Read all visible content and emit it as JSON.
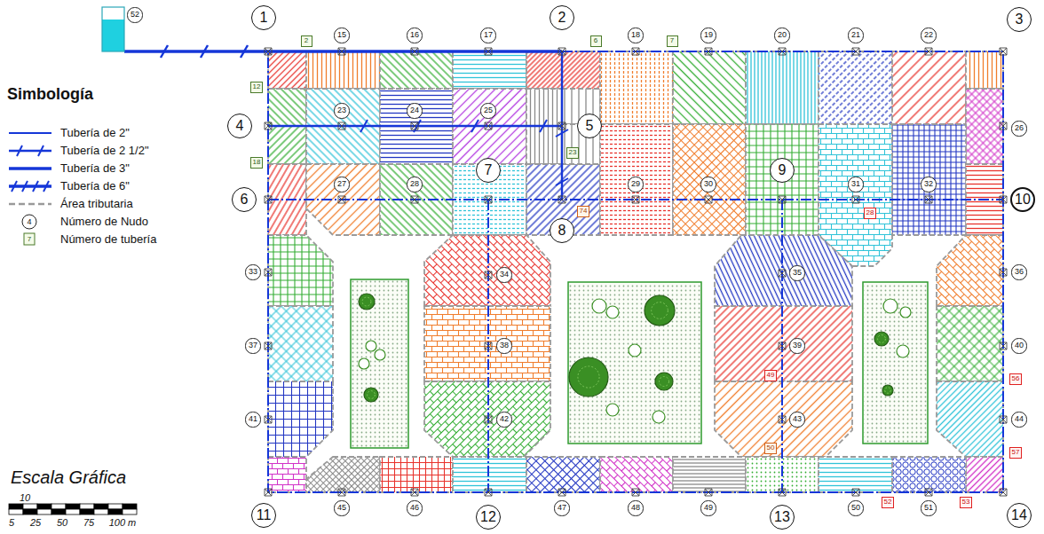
{
  "diagram": {
    "nodes": [
      {
        "text": [
          "52"
        ]
      },
      {
        "text": [
          "1"
        ]
      },
      {
        "text": [
          "2"
        ]
      },
      {
        "text": [
          "15"
        ]
      },
      {
        "text": [
          "16"
        ]
      },
      {
        "text": [
          "17"
        ]
      },
      {
        "text": [
          "2"
        ]
      },
      {
        "text": [
          "6"
        ]
      },
      {
        "text": [
          "18"
        ]
      },
      {
        "text": [
          "7"
        ]
      },
      {
        "text": [
          "19"
        ]
      },
      {
        "text": [
          "20"
        ]
      },
      {
        "text": [
          "21"
        ]
      },
      {
        "text": [
          "22"
        ]
      },
      {
        "text": [
          "3"
        ]
      },
      {
        "text": [
          "12"
        ]
      },
      {
        "text": [
          "4"
        ]
      },
      {
        "text": [
          "23"
        ]
      },
      {
        "text": [
          "24"
        ]
      },
      {
        "text": [
          "25"
        ]
      },
      {
        "text": [
          "5"
        ]
      },
      {
        "text": [
          "26"
        ]
      },
      {
        "text": [
          "23"
        ]
      },
      {
        "text": [
          "18"
        ]
      },
      {
        "text": [
          "6"
        ]
      },
      {
        "text": [
          "7"
        ]
      },
      {
        "text": [
          "9"
        ]
      },
      {
        "text": [
          "27"
        ]
      },
      {
        "text": [
          "28"
        ]
      },
      {
        "text": [
          "74"
        ]
      },
      {
        "text": [
          "29"
        ]
      },
      {
        "text": [
          "30"
        ]
      },
      {
        "text": [
          "31"
        ]
      },
      {
        "text": [
          "28"
        ]
      },
      {
        "text": [
          "32"
        ]
      },
      {
        "text": [
          "10"
        ]
      },
      {
        "text": [
          "8"
        ]
      },
      {
        "text": [
          "33"
        ]
      },
      {
        "text": [
          "34"
        ]
      },
      {
        "text": [
          "35"
        ]
      },
      {
        "text": [
          "36"
        ]
      },
      {
        "text": [
          "37"
        ]
      },
      {
        "text": [
          "38"
        ]
      },
      {
        "text": [
          "39"
        ]
      },
      {
        "text": [
          "40"
        ]
      },
      {
        "text": [
          "49"
        ]
      },
      {
        "text": [
          "56"
        ]
      },
      {
        "text": [
          "41"
        ]
      },
      {
        "text": [
          "42"
        ]
      },
      {
        "text": [
          "43"
        ]
      },
      {
        "text": [
          "44"
        ]
      },
      {
        "text": [
          "50"
        ]
      },
      {
        "text": [
          "57"
        ]
      },
      {
        "text": [
          "11"
        ]
      },
      {
        "text": [
          "45"
        ]
      },
      {
        "text": [
          "46"
        ]
      },
      {
        "text": [
          "12"
        ]
      },
      {
        "text": [
          "47"
        ]
      },
      {
        "text": [
          "48"
        ]
      },
      {
        "text": [
          "49"
        ]
      },
      {
        "text": [
          "13"
        ]
      },
      {
        "text": [
          "50"
        ]
      },
      {
        "text": [
          "52"
        ]
      },
      {
        "text": [
          "51"
        ]
      },
      {
        "text": [
          "53"
        ]
      },
      {
        "text": [
          "14"
        ]
      }
    ],
    "labels": [
      "Simbología",
      "4",
      "7",
      "Escala Gráfica",
      "10",
      "5",
      "25",
      "50",
      "75",
      "100 m"
    ],
    "legend": [
      {
        "text": "Tubería de 2\""
      },
      {
        "text": "Tubería de 2 1/2\""
      },
      {
        "text": "Tubería de 3\""
      },
      {
        "text": "Tubería de 6\""
      },
      {
        "text": "Área tributaria"
      },
      {
        "text": "Número de Nudo"
      },
      {
        "text": "Número de tubería"
      }
    ]
  }
}
